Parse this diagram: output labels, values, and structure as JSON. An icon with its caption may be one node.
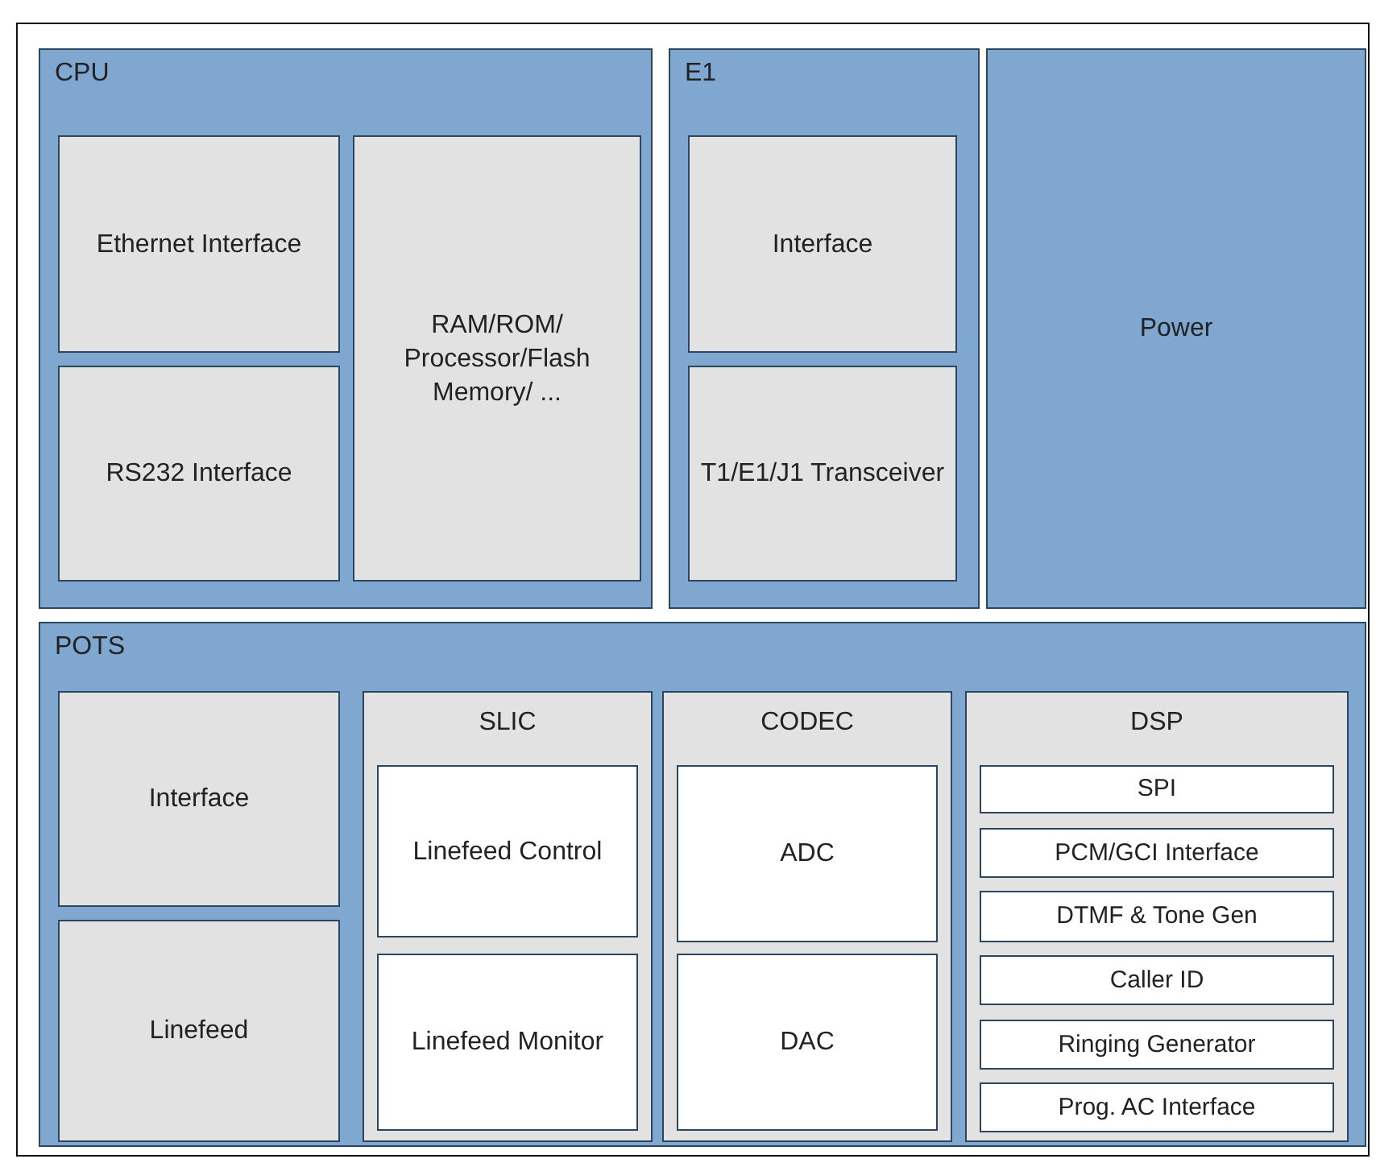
{
  "diagram": {
    "nodes": [
      {
        "text": [
          "CPU"
        ]
      },
      {
        "text": [
          "Ethernet Interface"
        ],
        "in": 0
      },
      {
        "text": [
          "RS232 Interface"
        ],
        "in": 0
      },
      {
        "text": [
          "RAM/ROM/ Processor/Flash Memory/ ..."
        ],
        "in": 0
      },
      {
        "text": [
          "E1"
        ]
      },
      {
        "text": [
          "Interface"
        ],
        "in": 4
      },
      {
        "text": [
          "T1/E1/J1 Transceiver"
        ],
        "in": 4
      },
      {
        "text": [
          "Power"
        ]
      },
      {
        "text": [
          "POTS"
        ]
      },
      {
        "text": [
          "Interface"
        ],
        "in": 8
      },
      {
        "text": [
          "Linefeed"
        ],
        "in": 8
      },
      {
        "text": [
          "SLIC"
        ],
        "in": 8
      },
      {
        "text": [
          "Linefeed Control"
        ],
        "in": 11
      },
      {
        "text": [
          "Linefeed Monitor"
        ],
        "in": 11
      },
      {
        "text": [
          "CODEC"
        ],
        "in": 8
      },
      {
        "text": [
          "ADC"
        ],
        "in": 14
      },
      {
        "text": [
          "DAC"
        ],
        "in": 14
      },
      {
        "text": [
          "DSP"
        ],
        "in": 8
      },
      {
        "text": [
          "SPI"
        ],
        "in": 17
      },
      {
        "text": [
          "PCM/GCI Interface"
        ],
        "in": 17
      },
      {
        "text": [
          "DTMF & Tone Gen"
        ],
        "in": 17
      },
      {
        "text": [
          "Caller ID"
        ],
        "in": 17
      },
      {
        "text": [
          "Ringing Generator"
        ],
        "in": 17
      },
      {
        "text": [
          "Prog. AC Interface"
        ],
        "in": 17
      }
    ]
  }
}
